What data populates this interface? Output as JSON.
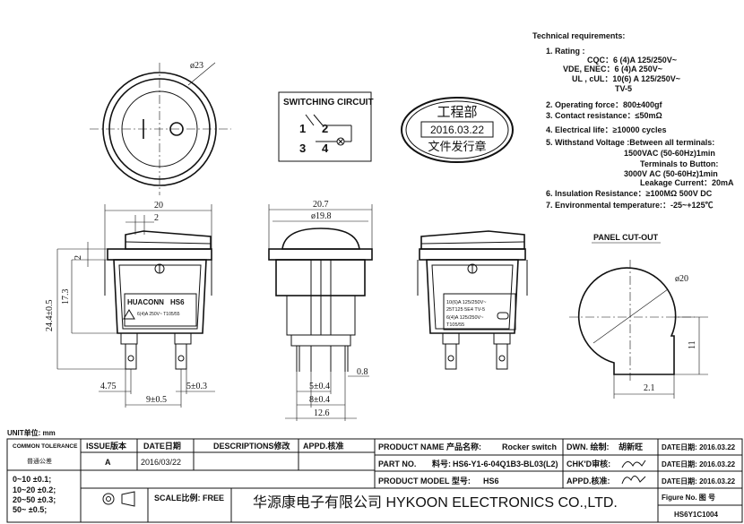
{
  "front_view": {
    "diameter": "ø23"
  },
  "switching_circuit": {
    "title": "SWITCHING CIRCUIT",
    "pins": [
      "1",
      "2",
      "3",
      "4"
    ]
  },
  "stamp": {
    "top": "工程部",
    "date": "2016.03.22",
    "bottom": "文件发行章"
  },
  "requirements": {
    "title": "Technical requirements:",
    "rating_label": "1. Rating :",
    "rating_cqc": "CQC：6 (4)A 125/250V~",
    "rating_vde": "VDE, ENEC：6 (4)A  250V~",
    "rating_ul": "UL , cUL：10(6) A 125/250V~",
    "rating_tv": "TV-5",
    "item2": "2. Operating force：800±400gf",
    "item3": "3. Contact resistance：≤50mΩ",
    "item4": "4. Electrical life：≥10000 cycles",
    "item5": "5. Withstand Voltage :Between all terminals:",
    "item5_a": "1500VAC (50-60Hz)1min",
    "item5_b": "Terminals to Button:",
    "item5_c": "3000V AC (50-60Hz)1min",
    "item5_d": "Leakage Current：20mA",
    "item6": "6. Insulation Resistance：≥100MΩ 500V DC",
    "item7": "7. Environmental temperature:：-25~+125℃"
  },
  "side_view_left": {
    "dim_top": "20",
    "dim_step": "2",
    "dim_rocker": "2",
    "dim_height": "17.3",
    "dim_total": "24.4±0.5",
    "dim_left": "4.75",
    "dim_right": "5±0.3",
    "dim_pitch": "9±0.5",
    "brand": "HUACONN",
    "model": "HS6",
    "mark1": "6(4)A 250V~ T105/55"
  },
  "side_view_center": {
    "dim_top": "20.7",
    "dim_dia": "ø19.8",
    "dim_t1": "5±0.4",
    "dim_t2": "8±0.4",
    "dim_t3": "12.6",
    "dim_thk": "0.8"
  },
  "side_view_right": {
    "mark_a": "10(6)A 125/250V~",
    "mark_b": "25T125 5E4  TV-5",
    "mark_c": "6(4)A 125/250V~",
    "mark_d": "T105/55"
  },
  "panel_cutout": {
    "title": "PANEL CUT-OUT",
    "dia": "ø20",
    "flat": "11",
    "key": "2.1"
  },
  "title_block": {
    "unit": "UNIT单位: mm",
    "common_tol": "COMMON TOLERANCE",
    "common_tol_cn": "普通公差",
    "tolerances": [
      "0~10   ±0.1;",
      "10~20 ±0.2;",
      "20~50 ±0.3;",
      "50~     ±0.5;"
    ],
    "issue_header": "ISSUE版本",
    "issue": "A",
    "date_header": "DATE日期",
    "date": "2016/03/22",
    "desc_header": "DESCRIPTIONS修改",
    "appd_header": "APPD.核准",
    "product_name_label": "PRODUCT NAME  产品名称:",
    "product_name": "Rocker switch",
    "part_no_label": "PART NO.",
    "part_no_cn": "料号:",
    "part_no": "HS6-Y1-6-04Q1B3-BL03(L2)",
    "model_label": "PRODUCT MODEL 型号:",
    "model": "HS6",
    "dwn_label": "DWN. 绘制:",
    "dwn_name": "胡新旺",
    "chkd_label": "CHK'D审核:",
    "appd_label": "APPD.核准:",
    "date_rows": [
      "DATE日期: 2016.03.22",
      "DATE日期: 2016.03.22",
      "DATE日期: 2016.03.22"
    ],
    "scale": "SCALE比例: FREE",
    "company": "华源康电子有限公司  HYKOON ELECTRONICS CO.,LTD.",
    "figure_label": "Figure No.  图 号",
    "figure_no": "HS6Y1C1004"
  }
}
